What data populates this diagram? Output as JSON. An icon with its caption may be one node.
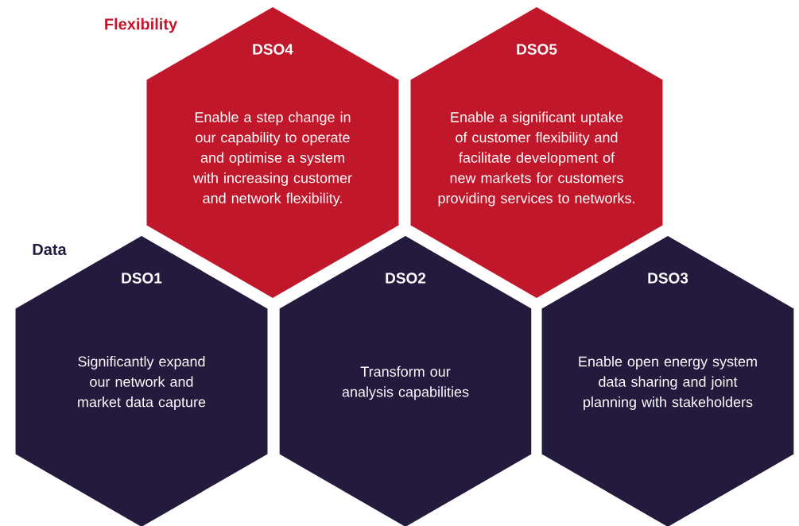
{
  "diagram": {
    "nodes": [
      {
        "text": [
          "DSO4",
          "Enable a step change in our capability to operate and optimise a system with increasing customer and network flexibility."
        ]
      },
      {
        "text": [
          "DSO5",
          "Enable a significant uptake of customer flexibility and facilitate development of new markets for customers providing services to networks."
        ]
      },
      {
        "text": [
          "DSO1",
          "Significantly expand our network and market data capture"
        ]
      },
      {
        "text": [
          "DSO2",
          "Transform our analysis capabilities"
        ]
      },
      {
        "text": [
          "DSO3",
          "Enable open energy system data sharing and joint planning with stakeholders"
        ]
      }
    ],
    "labels": [
      "Flexibility",
      "Data"
    ]
  }
}
